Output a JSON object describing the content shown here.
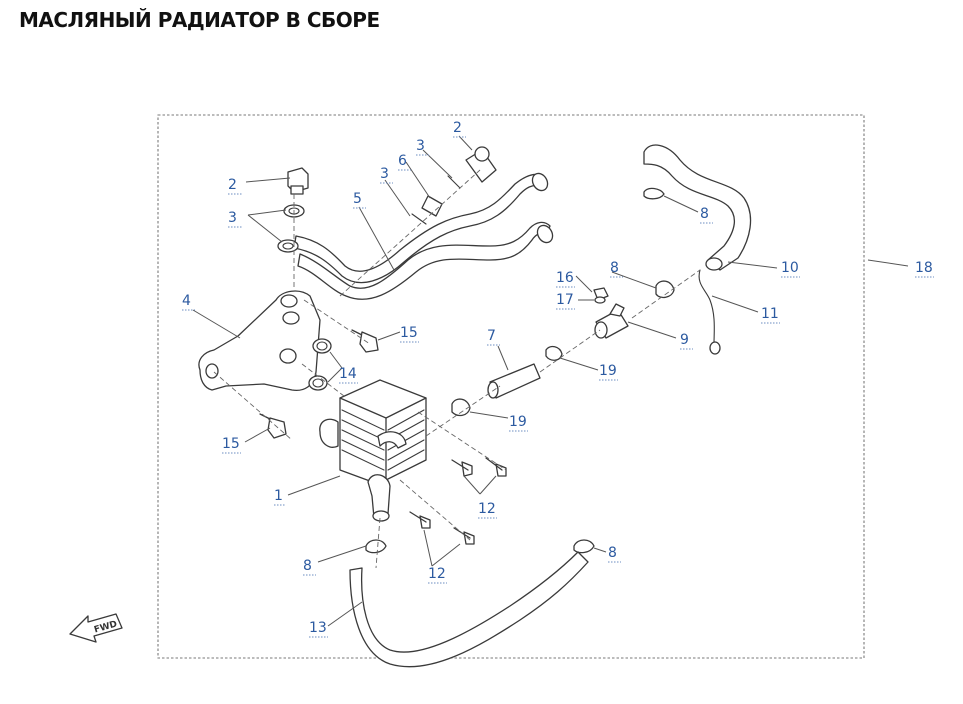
{
  "title": "МАСЛЯНЫЙ РАДИАТОР В СБОРЕ",
  "fwd_label": "FWD",
  "label_color": "#2c5aa0",
  "callouts": {
    "c2a": "2",
    "c2b": "2",
    "c3a": "3",
    "c3b": "3",
    "c3c": "3",
    "c4": "4",
    "c5": "5",
    "c6": "6",
    "c7": "7",
    "c8a": "8",
    "c8b": "8",
    "c8c": "8",
    "c8d": "8",
    "c9": "9",
    "c10": "10",
    "c11": "11",
    "c12a": "12",
    "c12b": "12",
    "c13": "13",
    "c14": "14",
    "c15a": "15",
    "c15b": "15",
    "c16": "16",
    "c17": "17",
    "c18": "18",
    "c19a": "19",
    "c19b": "19",
    "c1": "1"
  }
}
